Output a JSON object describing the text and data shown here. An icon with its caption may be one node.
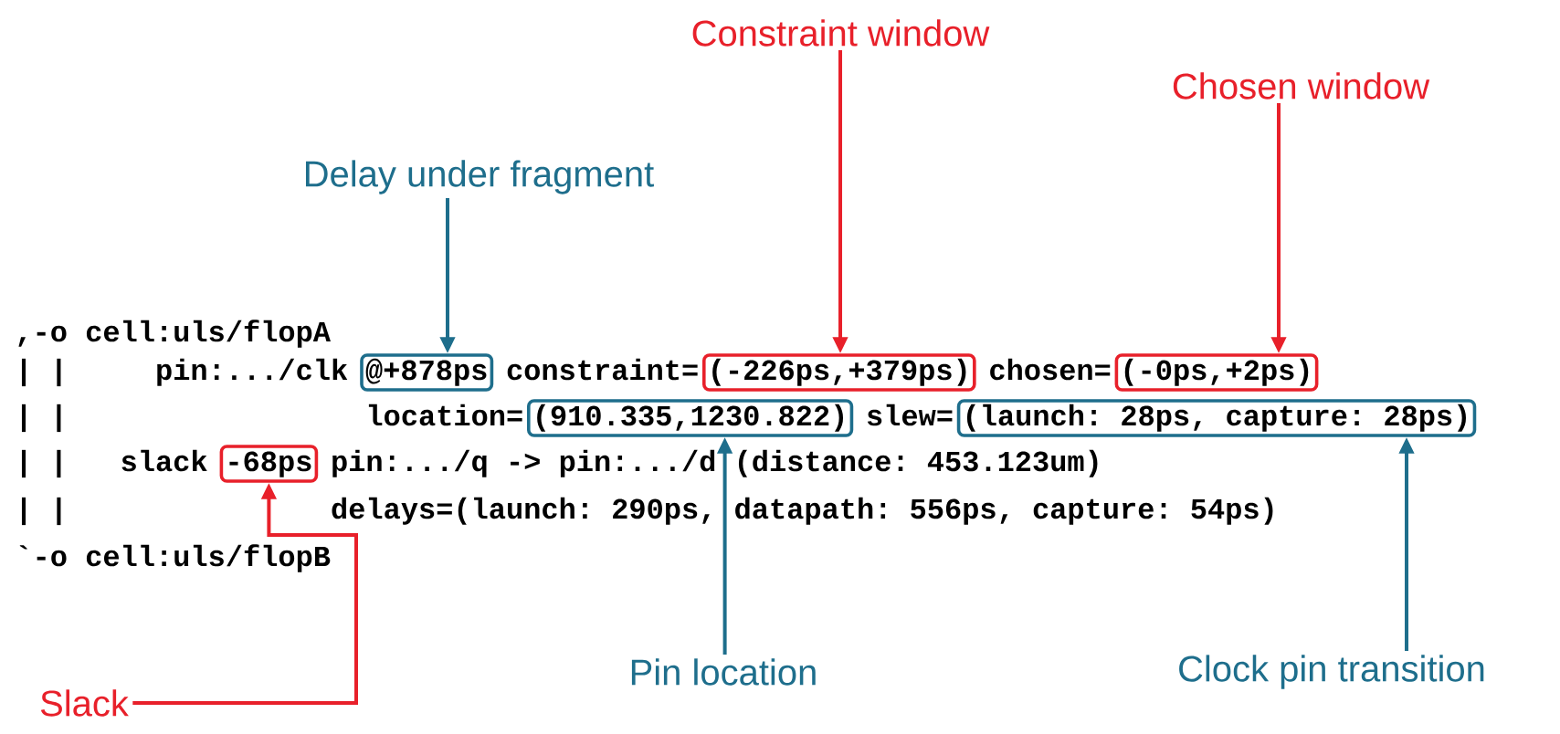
{
  "diagram": {
    "nodes": [
      {
        "text": [
          "Constraint window"
        ]
      },
      {
        "text": [
          "Chosen window"
        ]
      },
      {
        "text": [
          "Delay under fragment"
        ]
      },
      {
        "text": [
          "@+878ps"
        ]
      },
      {
        "text": [
          "(-226ps,+379ps)"
        ]
      },
      {
        "text": [
          "(-0ps,+2ps)"
        ]
      },
      {
        "text": [
          "(910.335,1230.822)"
        ]
      },
      {
        "text": [
          "(launch: 28ps, capture: 28ps)"
        ]
      },
      {
        "text": [
          "-68ps"
        ]
      },
      {
        "text": [
          "Slack"
        ]
      },
      {
        "text": [
          "Pin location"
        ]
      },
      {
        "text": [
          "Clock pin transition"
        ]
      }
    ],
    "edges": [
      {
        "from": 0,
        "to": 4,
        "arrow": "to",
        "color": "#e8202a"
      },
      {
        "from": 1,
        "to": 5,
        "arrow": "to",
        "color": "#e8202a"
      },
      {
        "from": 2,
        "to": 3,
        "arrow": "to",
        "color": "#1e6e8c"
      },
      {
        "from": 9,
        "to": 8,
        "arrow": "to",
        "color": "#e8202a"
      },
      {
        "from": 10,
        "to": 6,
        "arrow": "to",
        "color": "#1e6e8c"
      },
      {
        "from": 11,
        "to": 7,
        "arrow": "to",
        "color": "#1e6e8c"
      }
    ],
    "labels": [
      ",-o cell:uls/flopA",
      "| |",
      "pin:.../clk",
      "constraint=",
      "chosen=",
      "| |",
      "location=",
      "slew=",
      "| |",
      "slack",
      "pin:.../q -> pin:.../d (distance: 453.123um)",
      "| |",
      "delays=(launch: 290ps, datapath: 556ps, capture: 54ps)",
      "`-o cell:uls/flopB"
    ]
  }
}
